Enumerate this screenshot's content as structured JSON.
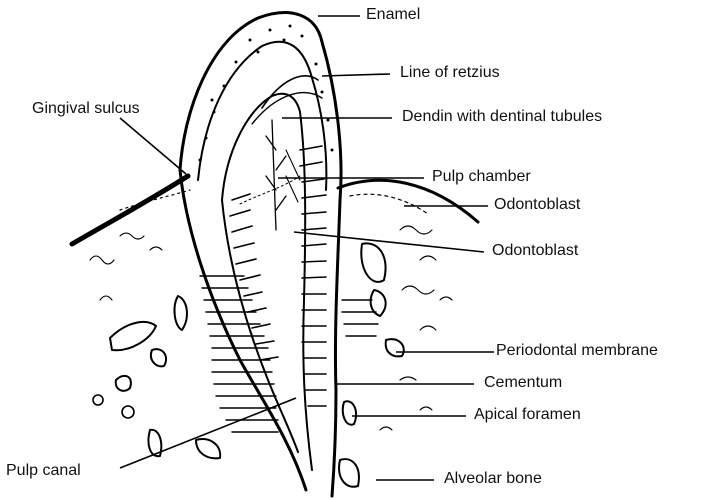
{
  "labels": {
    "enamel": "Enamel",
    "line_of_retzius": "Line of retzius",
    "dendin": "Dendin with dentinal tubules",
    "gingival_sulcus": "Gingival sulcus",
    "pulp_chamber": "Pulp chamber",
    "odontoblast_1": "Odontoblast",
    "odontoblast_2": "Odontoblast",
    "periodontal_membrane": "Periodontal membrane",
    "cementum": "Cementum",
    "apical_foramen": "Apical foramen",
    "pulp_canal": "Pulp canal",
    "alveolar_bone": "Alveolar bone"
  }
}
